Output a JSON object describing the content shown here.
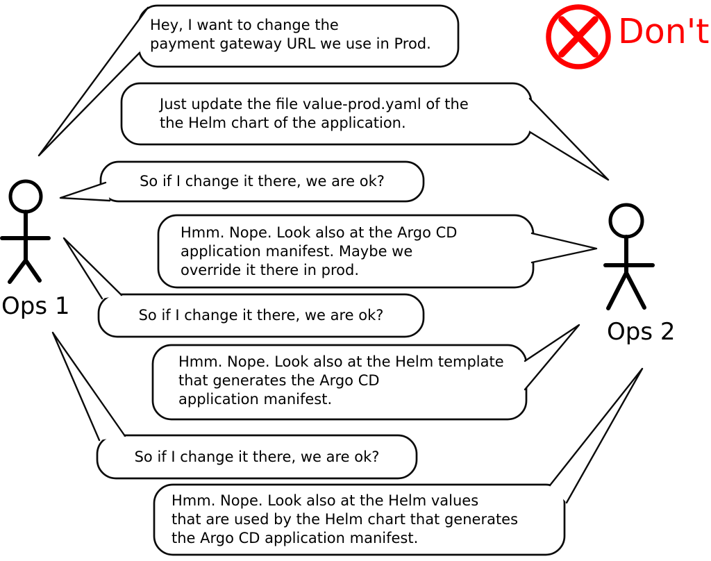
{
  "badge": {
    "label": "Don't",
    "icon": "circle-x-icon",
    "color": "#fe0000"
  },
  "actors": [
    {
      "id": "ops-1",
      "label": "Ops 1",
      "side": "left"
    },
    {
      "id": "ops-2",
      "label": "Ops 2",
      "side": "right"
    }
  ],
  "conversation": [
    {
      "speaker": "Ops 1",
      "lines": [
        "Hey, I want to change the",
        "payment gateway URL we use in Prod."
      ]
    },
    {
      "speaker": "Ops 2",
      "lines": [
        "Just update the file value-prod.yaml of the",
        "the Helm chart of the application."
      ]
    },
    {
      "speaker": "Ops 1",
      "lines": [
        "So if I change it there, we are ok?"
      ]
    },
    {
      "speaker": "Ops 2",
      "lines": [
        "Hmm. Nope. Look also at the Argo CD",
        "application manifest. Maybe we",
        "override it there in prod."
      ]
    },
    {
      "speaker": "Ops 1",
      "lines": [
        "So if I change it there, we are ok?"
      ]
    },
    {
      "speaker": "Ops 2",
      "lines": [
        "Hmm. Nope. Look also at the Helm template",
        "that generates the Argo CD",
        "application manifest."
      ]
    },
    {
      "speaker": "Ops 1",
      "lines": [
        "So if I change it there, we are ok?"
      ]
    },
    {
      "speaker": "Ops 2",
      "lines": [
        "Hmm. Nope. Look also at the Helm values",
        "that are used by the Helm chart that generates",
        "the Argo CD application manifest."
      ]
    }
  ]
}
